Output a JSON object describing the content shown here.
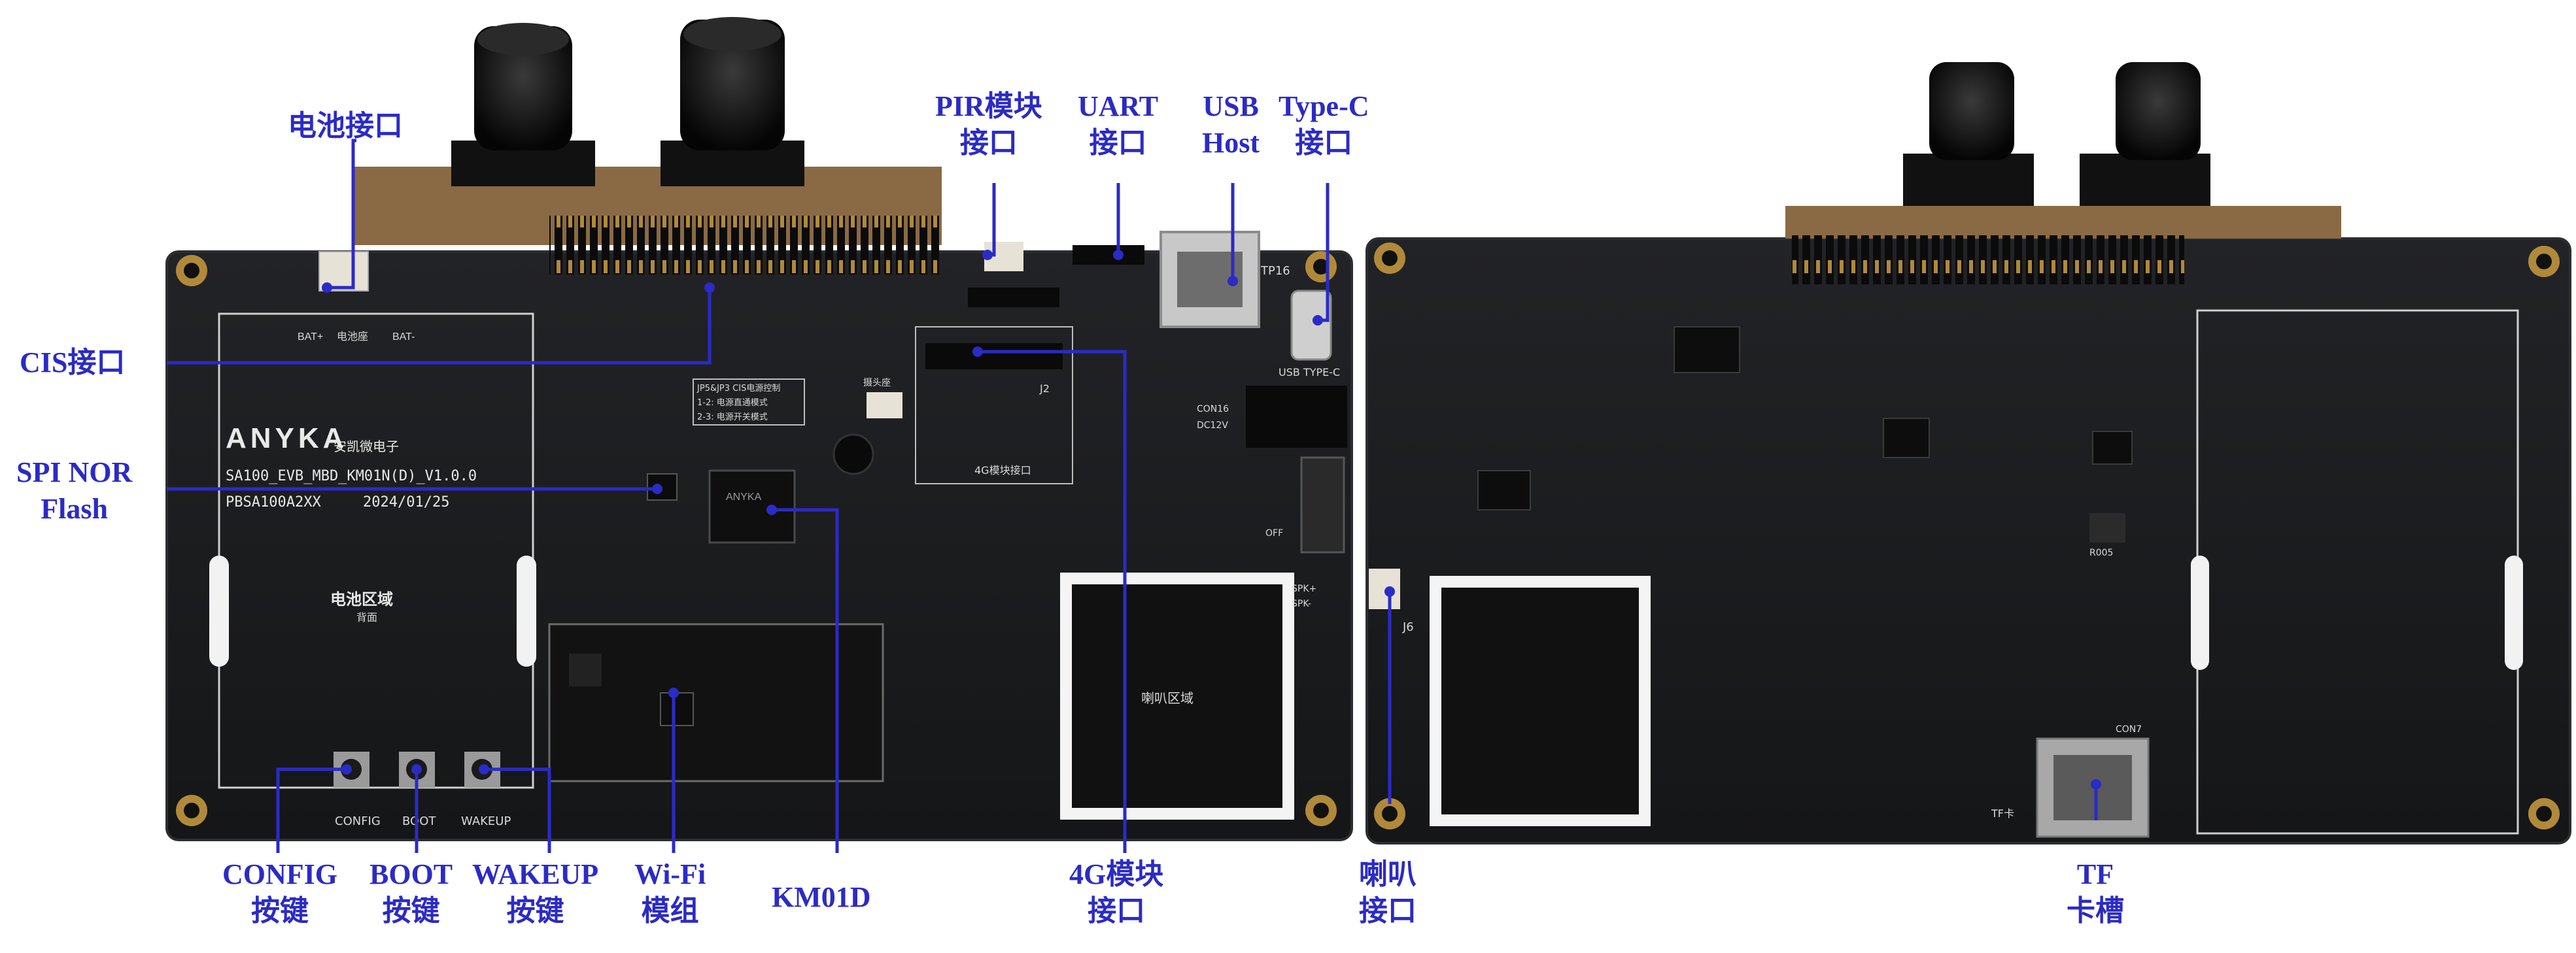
{
  "colors": {
    "background": "#ffffff",
    "callout": "#2b2bc6",
    "board": "#1a1b1d",
    "board_edge": "#2c2d30",
    "silkscreen": "#d9d9d9",
    "gold": "#b08a3a",
    "sensor_pcb": "#8a6a44"
  },
  "board": {
    "brand": "ANYKA",
    "brand_cn": "安凯微电子",
    "model": "SA100_EVB_MBD_KM01N(D)_V1.0.0",
    "part": "PBSA100A2XX",
    "date": "2024/01/25",
    "battery_area": "电池区域",
    "battery_area_sub": "背面",
    "speaker_area": "喇叭区域",
    "bat_plus": "BAT+",
    "bat_cn": "电池座",
    "bat_minus": "BAT-",
    "jp_note_title": "JP5&JP3 CIS电源控制",
    "jp_note_1": "1-2: 电源直通模式",
    "jp_note_2": "2-3: 电源开关模式",
    "j2_label": "J2",
    "mod4g": "4G模块接口",
    "conn_cam": "摄头座",
    "usb_label": "USB TYPE-C",
    "dc_label": "DC12V",
    "con16": "CON16",
    "tp16": "TP16",
    "btn_config": "CONFIG",
    "btn_boot": "BOOT",
    "btn_wakeup": "WAKEUP",
    "j6": "J6",
    "tf_silk": "TF卡",
    "con7": "CON7",
    "r005": "R005",
    "off": "OFF",
    "spk_plus": "SPK+",
    "spk_minus": "SPK-"
  },
  "callouts": {
    "battery": "电池接口",
    "cis": "CIS接口",
    "spi_1": "SPI NOR",
    "spi_2": "Flash",
    "pir_1": "PIR模块",
    "pir_2": "接口",
    "uart_1": "UART",
    "uart_2": "接口",
    "usb_1": "USB",
    "usb_2": "Host",
    "typec_1": "Type-C",
    "typec_2": "接口",
    "config_1": "CONFIG",
    "config_2": "按键",
    "boot_1": "BOOT",
    "boot_2": "按键",
    "wakeup_1": "WAKEUP",
    "wakeup_2": "按键",
    "wifi_1": "Wi-Fi",
    "wifi_2": "模组",
    "km01d": "KM01D",
    "m4g_1": "4G模块",
    "m4g_2": "接口",
    "speaker_1": "喇叭",
    "speaker_2": "接口",
    "tf_1": "TF",
    "tf_2": "卡槽"
  }
}
